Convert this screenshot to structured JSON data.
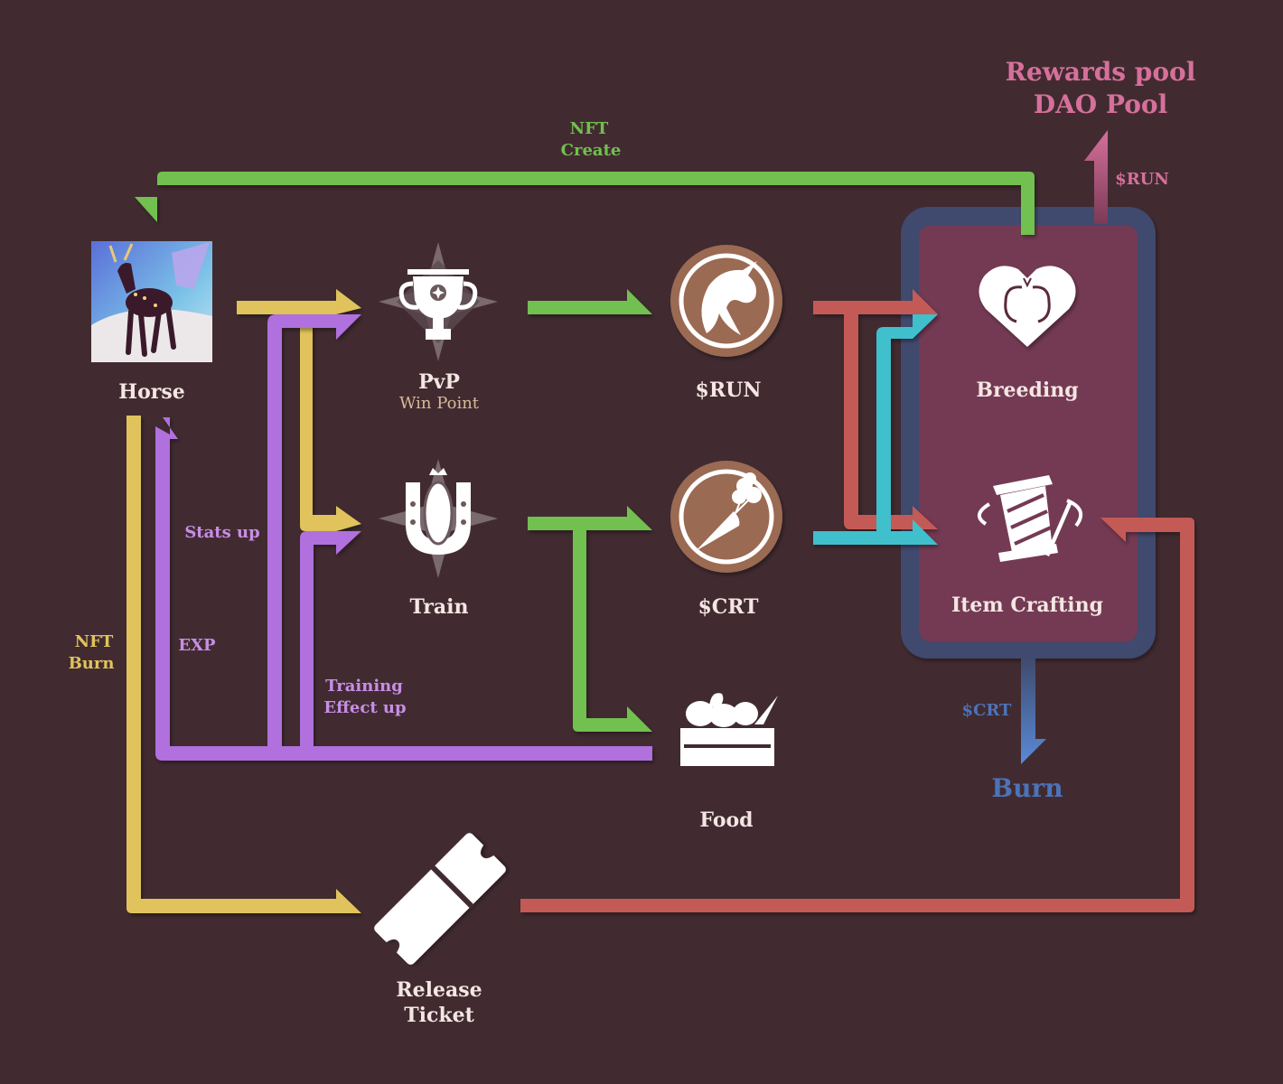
{
  "colors": {
    "background": "#412b31",
    "green": "#72c04f",
    "yellow": "#e0c35c",
    "purple": "#b06fdd",
    "red": "#c45a55",
    "cyan": "#3fbfcc",
    "pink": "#d6709b",
    "blue": "#4c73b8",
    "panel_outer": "#3f4a6e",
    "panel_inner": "#743a53",
    "token_brown": "#9a6a52",
    "label_light": "#f4e6e3"
  },
  "nodes": {
    "horse": {
      "label": "Horse",
      "icon": "horse-image"
    },
    "pvp": {
      "label": "PvP",
      "sublabel": "Win Point",
      "icon": "trophy-icon"
    },
    "train": {
      "label": "Train",
      "icon": "horseshoe-carrot-icon"
    },
    "run": {
      "label": "$RUN",
      "icon": "unicorn-token-icon"
    },
    "crt": {
      "label": "$CRT",
      "icon": "carrot-token-icon"
    },
    "food": {
      "label": "Food",
      "icon": "vegetable-crate-icon"
    },
    "breeding": {
      "label": "Breeding",
      "icon": "twin-horse-heart-icon"
    },
    "crafting": {
      "label": "Item Crafting",
      "icon": "spool-needle-icon"
    },
    "ticket": {
      "label_line1": "Release",
      "label_line2": "Ticket",
      "icon": "ticket-icon"
    }
  },
  "flows": {
    "nft_create": {
      "line1": "NFT",
      "line2": "Create"
    },
    "nft_burn": {
      "line1": "NFT",
      "line2": "Burn"
    },
    "stats_up": "Stats up",
    "exp": "EXP",
    "training_effect": {
      "line1": "Training",
      "line2": "Effect up"
    },
    "run_out": "$RUN",
    "crt_out": "$CRT"
  },
  "destinations": {
    "rewards": {
      "line1": "Rewards pool",
      "line2": "DAO Pool"
    },
    "burn": "Burn"
  }
}
